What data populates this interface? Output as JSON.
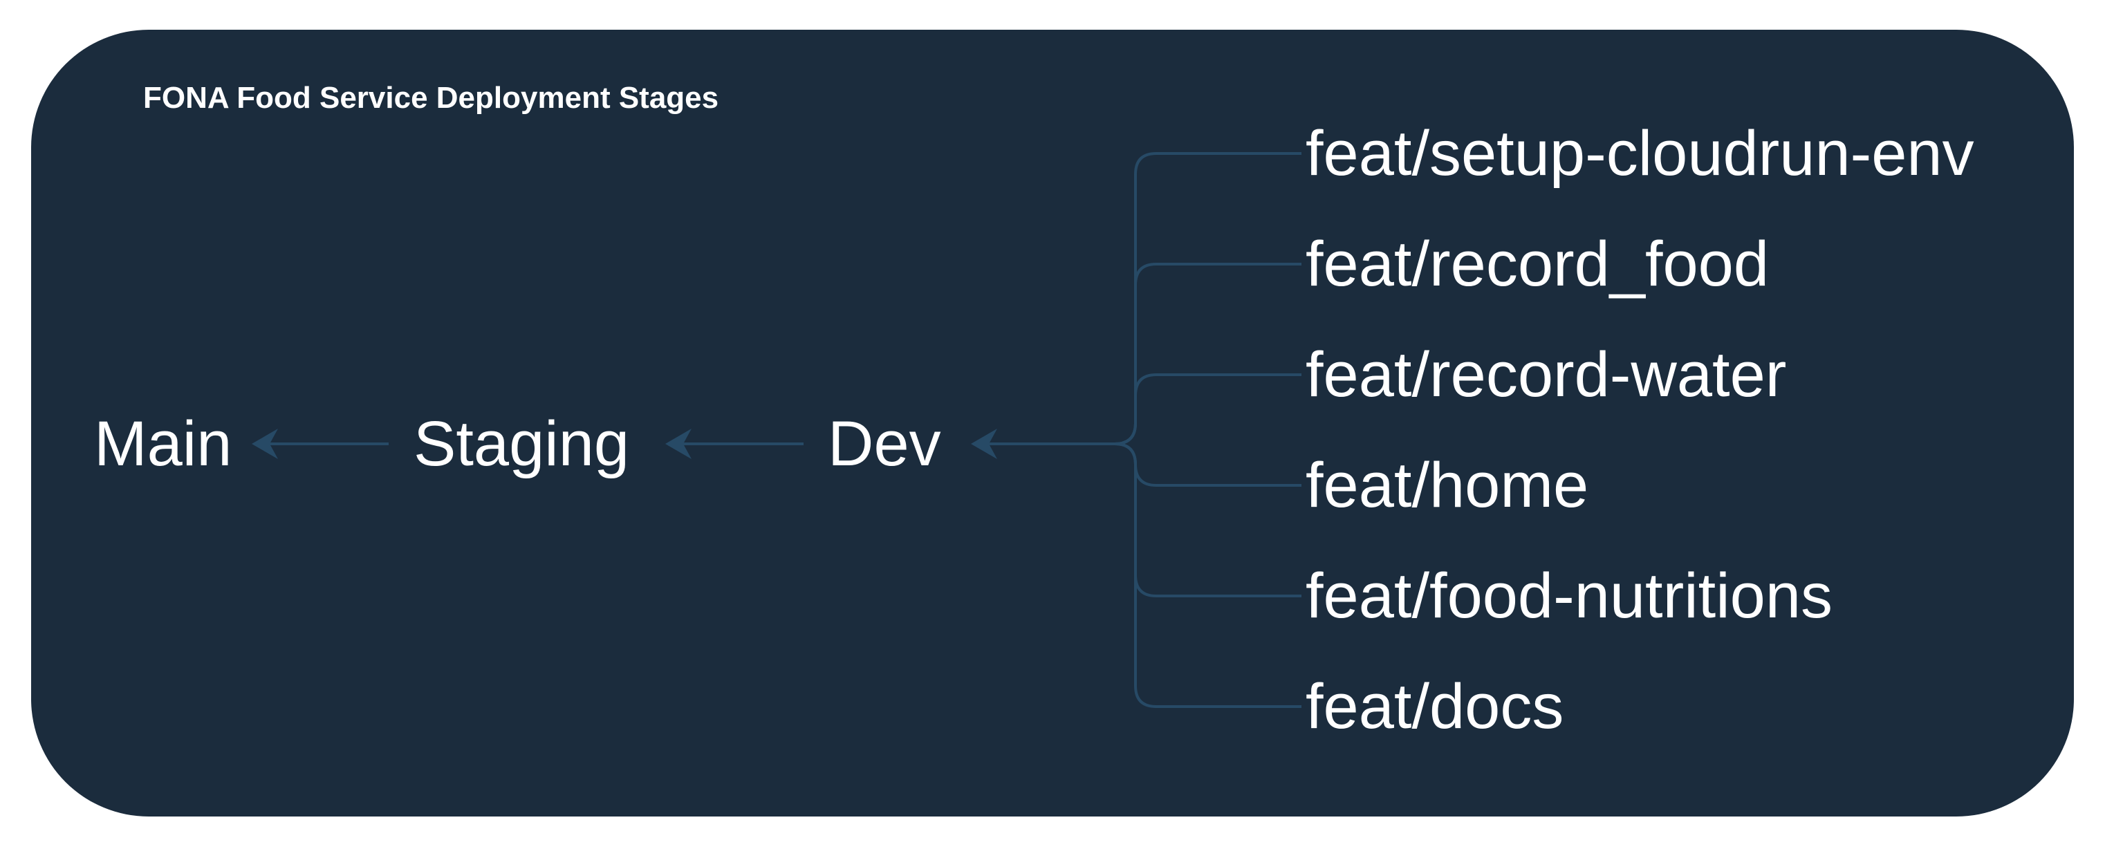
{
  "title": "FONA Food Service Deployment Stages",
  "colors": {
    "background": "#1b2c3d",
    "edge": "#274a66",
    "text": "#ffffff"
  },
  "nodes": {
    "main": "Main",
    "staging": "Staging",
    "dev": "Dev"
  },
  "branches": [
    "feat/setup-cloudrun-env",
    "feat/record_food",
    "feat/record-water",
    "feat/home",
    "feat/food-nutritions",
    "feat/docs"
  ]
}
